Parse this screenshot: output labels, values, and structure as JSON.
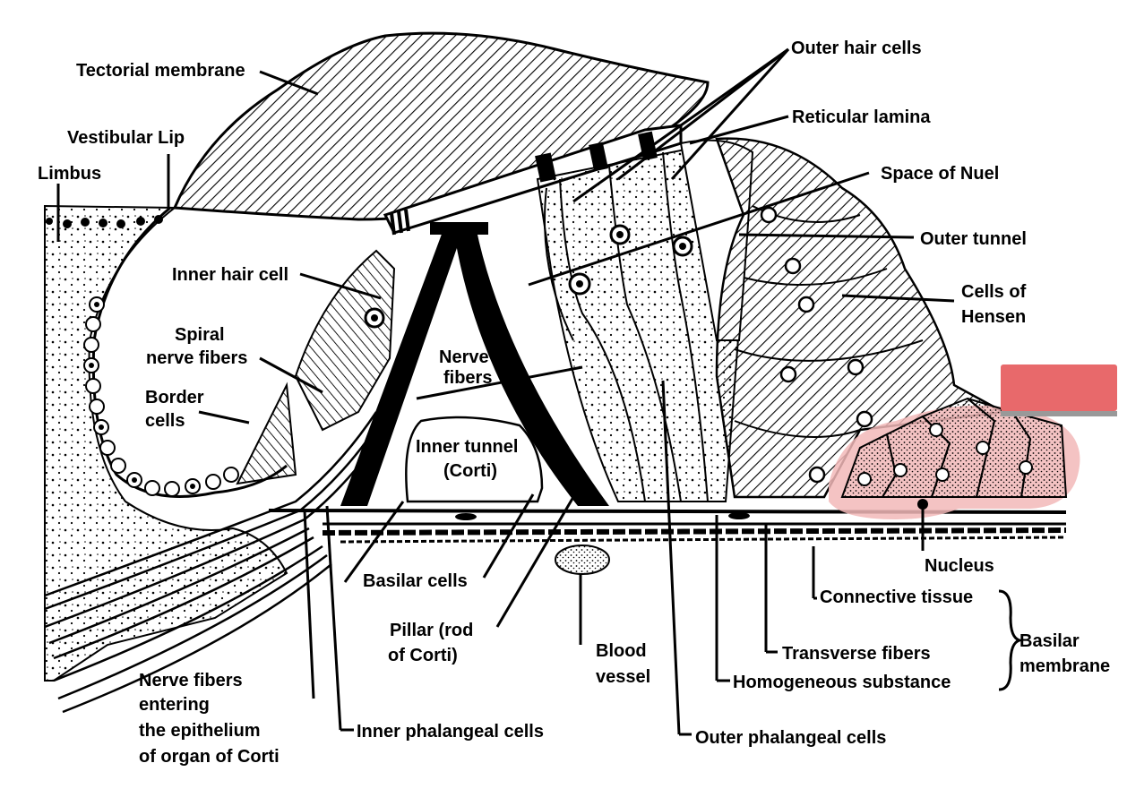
{
  "labels": {
    "tectorial_membrane": "Tectorial membrane",
    "vestibular_lip": "Vestibular Lip",
    "limbus": "Limbus",
    "inner_hair_cell": "Inner hair cell",
    "spiral_nerve_fibers_1": "Spiral",
    "spiral_nerve_fibers_2": "nerve fibers",
    "border_cells_1": "Border",
    "border_cells_2": "cells",
    "nerve_fibers_1": "Nerve",
    "nerve_fibers_2": "fibers",
    "inner_tunnel_1": "Inner tunnel",
    "inner_tunnel_2": "(Corti)",
    "outer_hair_cells": "Outer hair cells",
    "reticular_lamina": "Reticular lamina",
    "space_of_nuel": "Space of Nuel",
    "outer_tunnel": "Outer tunnel",
    "cells_of_hensen_1": "Cells of",
    "cells_of_hensen_2": "Hensen",
    "nucleus": "Nucleus",
    "connective_tissue": "Connective tissue",
    "transverse_fibers": "Transverse fibers",
    "homogeneous_substance": "Homogeneous substance",
    "basilar_membrane_1": "Basilar",
    "basilar_membrane_2": "membrane",
    "basilar_cells": "Basilar cells",
    "pillar_1": "Pillar (rod",
    "pillar_2": "of Corti)",
    "blood_vessel_1": "Blood",
    "blood_vessel_2": "vessel",
    "nerve_entering_1": "Nerve fibers",
    "nerve_entering_2": "entering",
    "nerve_entering_3": "the epithelium",
    "nerve_entering_4": "of organ of Corti",
    "inner_phalangeal_cells": "Inner phalangeal cells",
    "outer_phalangeal_cells": "Outer phalangeal cells"
  },
  "highlight_color": "#e8696b",
  "highlight_fill": "#f2b8b8"
}
